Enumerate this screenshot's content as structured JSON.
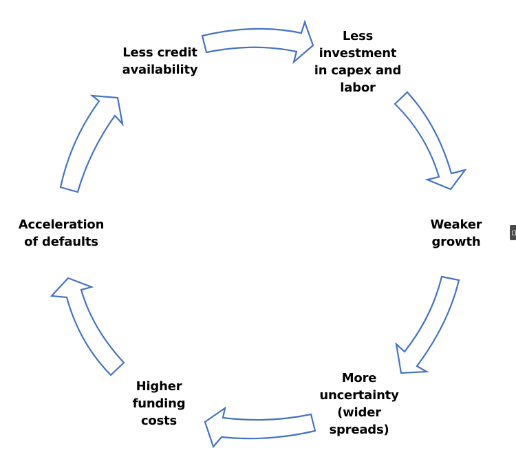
{
  "diagram": {
    "type": "cycle",
    "title": "",
    "arrow_color": "#4472c4",
    "text_color": "#000000",
    "nodes": [
      {
        "id": "n0",
        "lines": [
          "Less credit",
          "availability"
        ]
      },
      {
        "id": "n1",
        "lines": [
          "Less",
          "investment",
          "in capex and",
          "labor"
        ]
      },
      {
        "id": "n2",
        "lines": [
          "Weaker",
          "growth"
        ]
      },
      {
        "id": "n3",
        "lines": [
          "More",
          "uncertainty",
          "(wider",
          "spreads)"
        ]
      },
      {
        "id": "n4",
        "lines": [
          "Higher",
          "funding",
          "costs"
        ]
      },
      {
        "id": "n5",
        "lines": [
          "Acceleration",
          "of defaults"
        ]
      }
    ],
    "edges": [
      {
        "from": "n0",
        "to": "n1",
        "icon": "curved-arrow-right"
      },
      {
        "from": "n1",
        "to": "n2",
        "icon": "curved-arrow-down-right"
      },
      {
        "from": "n2",
        "to": "n3",
        "icon": "curved-arrow-down-left"
      },
      {
        "from": "n3",
        "to": "n4",
        "icon": "curved-arrow-left"
      },
      {
        "from": "n4",
        "to": "n5",
        "icon": "curved-arrow-up-left"
      },
      {
        "from": "n5",
        "to": "n0",
        "icon": "curved-arrow-up-right"
      }
    ]
  }
}
